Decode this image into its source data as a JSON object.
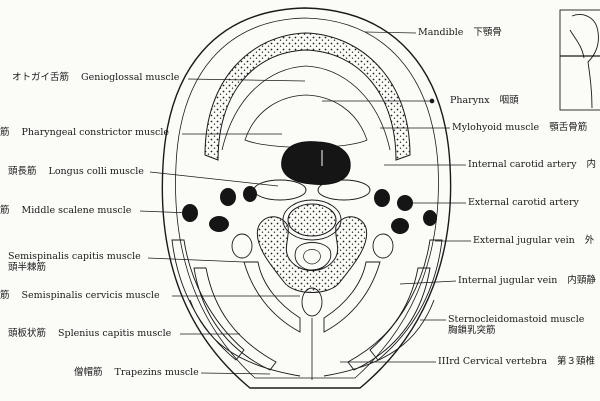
{
  "labels_left": [
    {
      "ja": "オトガイ舌筋",
      "en": "Genioglossal muscle"
    },
    {
      "ja": "筋",
      "en": "Pharyngeal constrictor muscle"
    },
    {
      "ja": "頭長筋",
      "en": "Longus colli muscle"
    },
    {
      "ja": "筋",
      "en": "Middle scalene muscle"
    },
    {
      "ja": "頭半棘筋",
      "en": "Semispinalis capitis muscle"
    },
    {
      "ja": "筋",
      "en": "Semispinalis cervicis muscle"
    },
    {
      "ja": "頭板状筋",
      "en": "Splenius capitis muscle"
    },
    {
      "ja": "僧帽筋",
      "en": "Trapezins muscle"
    }
  ],
  "labels_right": [
    {
      "en": "Mandible",
      "ja": "下顎骨"
    },
    {
      "en": "Pharynx",
      "ja": "咽頭"
    },
    {
      "en": "Mylohyoid muscle",
      "ja": "顎舌骨筋"
    },
    {
      "en": "Internal carotid artery",
      "ja": "内"
    },
    {
      "en": "External carotid artery",
      "ja": ""
    },
    {
      "en": "External jugular vein",
      "ja": "外"
    },
    {
      "en": "Internal jugular vein",
      "ja": "内頸静"
    },
    {
      "en": "Sternocleidomastoid muscle",
      "ja": "胸鎖乳突筋"
    },
    {
      "en": "IIIrd Cervical vertebra",
      "ja": "第３頸椎"
    }
  ],
  "colors": {
    "ink": "#1a1a1a",
    "paper": "#fbfbf8"
  }
}
